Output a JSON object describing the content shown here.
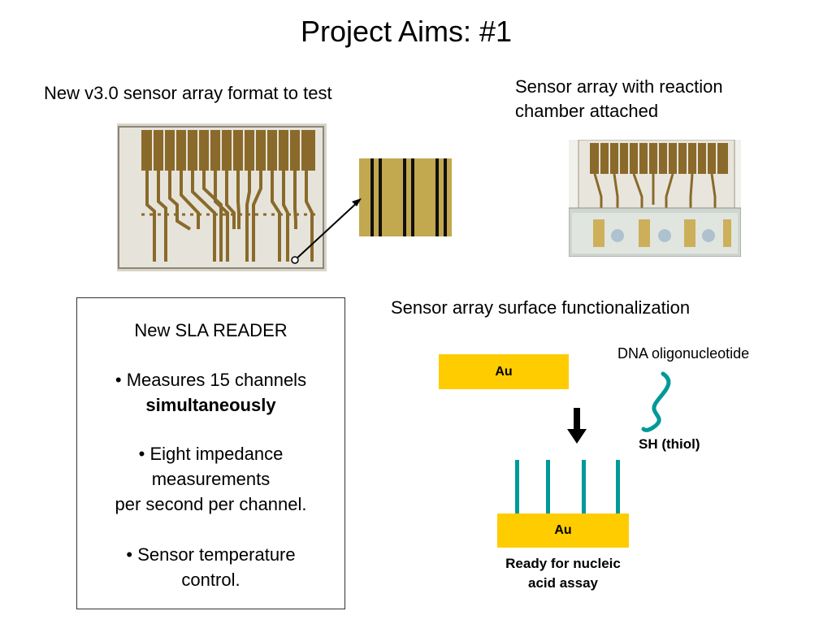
{
  "slide": {
    "title": "Project Aims: #1"
  },
  "sensor_array": {
    "caption": "New v3.0 sensor array format to test"
  },
  "reaction_chamber": {
    "caption_line1": "Sensor array with reaction",
    "caption_line2": "chamber attached"
  },
  "reader": {
    "heading": "New SLA READER",
    "bullet1_line1": "• Measures 15 channels",
    "bullet1_line2": "simultaneously",
    "bullet2_line1": "• Eight impedance",
    "bullet2_line2": "measurements",
    "bullet2_line3": "per second per channel.",
    "bullet3_line1": "• Sensor temperature",
    "bullet3_line2": "control."
  },
  "functionalization": {
    "caption": "Sensor array surface functionalization",
    "au_top_label": "Au",
    "dna_label": "DNA oligonucleotide",
    "thiol_label": "SH (thiol)",
    "au_bottom_label": "Au",
    "ready_line1": "Ready for nucleic",
    "ready_line2": "acid assay"
  },
  "colors": {
    "gold": "#ffcc00",
    "dna": "#009999",
    "copper": "#8a6a2a"
  }
}
